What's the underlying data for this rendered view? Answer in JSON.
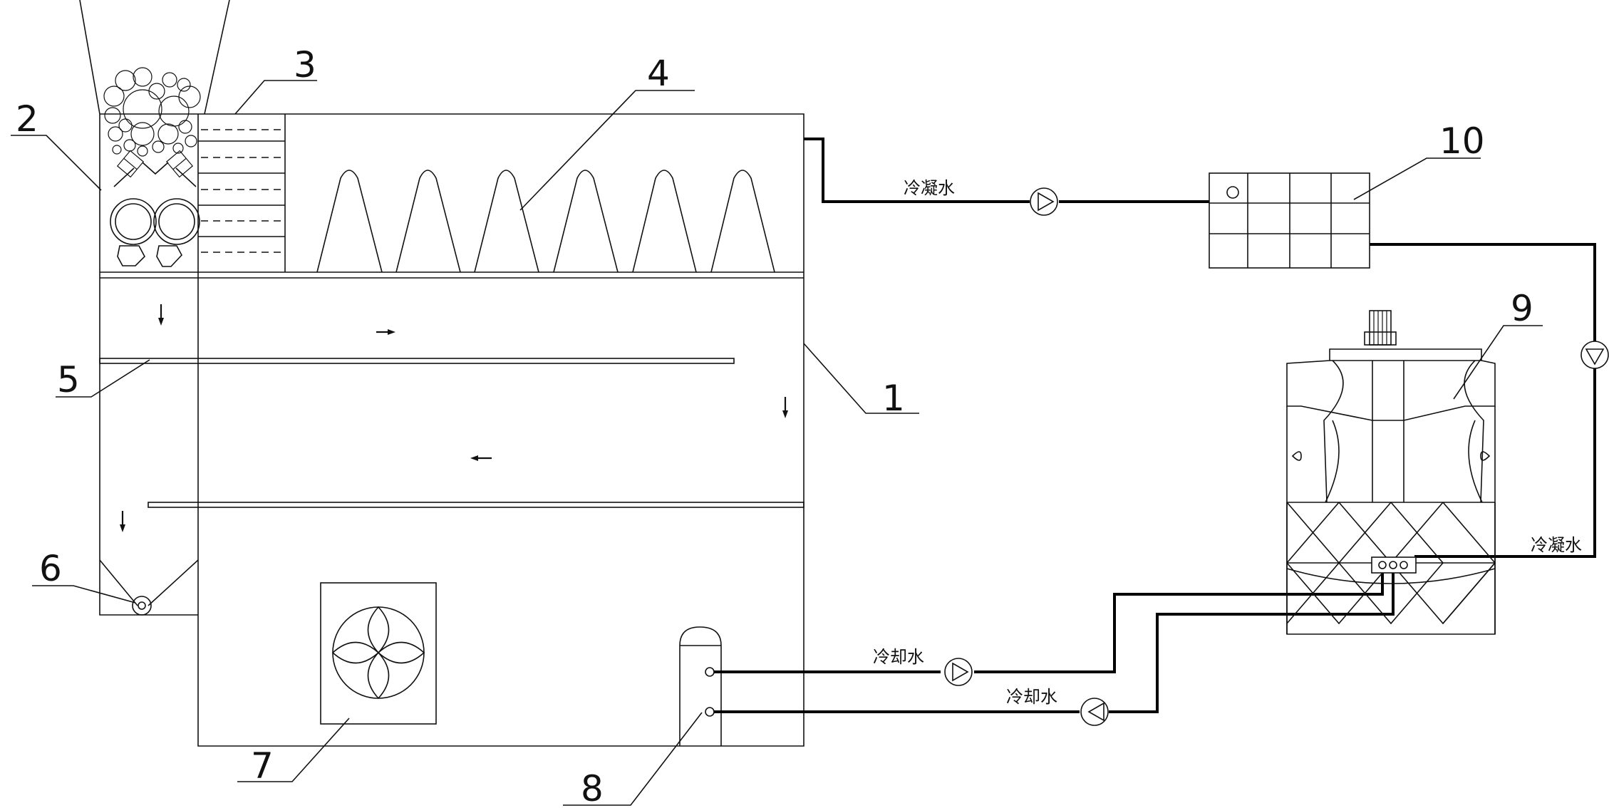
{
  "labels": {
    "n1": "1",
    "n2": "2",
    "n3": "3",
    "n4": "4",
    "n5": "5",
    "n6": "6",
    "n7": "7",
    "n8": "8",
    "n9": "9",
    "n10": "10"
  },
  "pipes": {
    "condensate_top": "冷凝水",
    "condensate_right": "冷凝水",
    "cooling_upper": "冷却水",
    "cooling_lower": "冷却水"
  }
}
